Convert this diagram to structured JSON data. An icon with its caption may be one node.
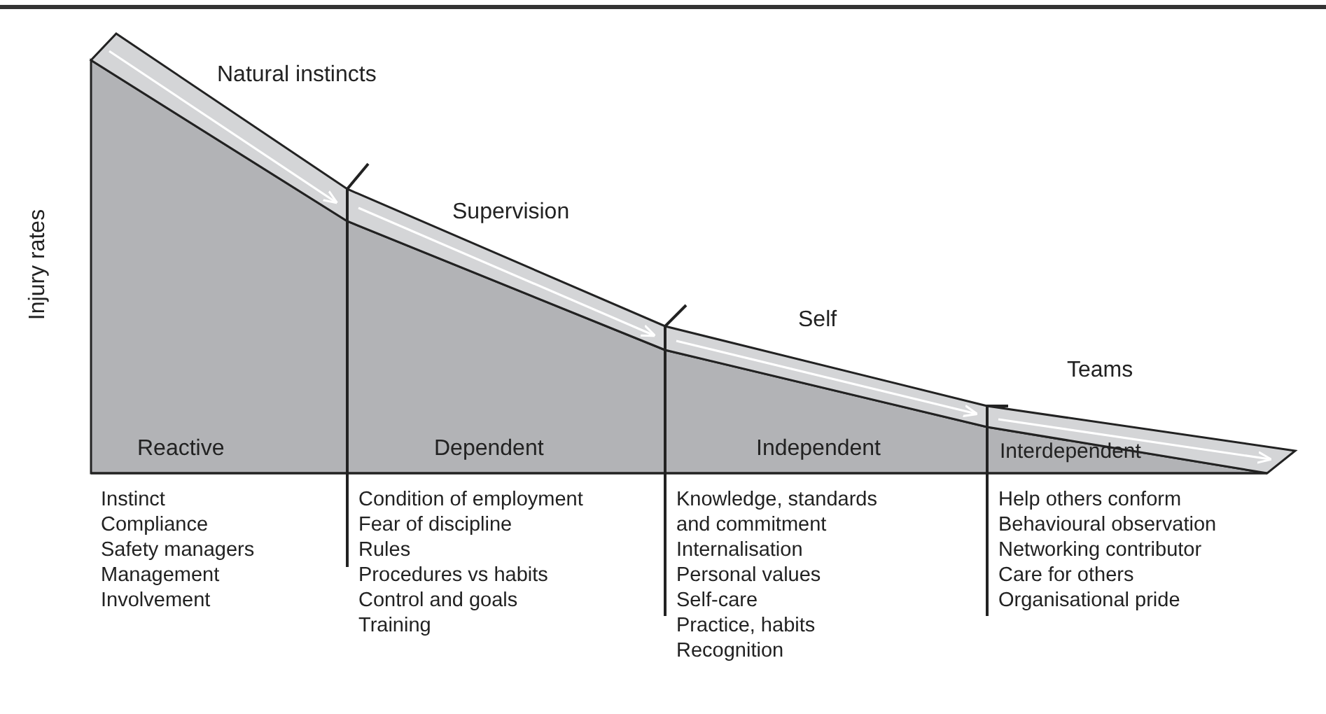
{
  "diagram": {
    "labels": [
      "Natural instincts",
      "Supervision",
      "Self",
      "Teams",
      "Injury rates",
      "Reactive",
      "Dependent",
      "Independent",
      "Interdependent",
      "Instinct",
      "Compliance",
      "Safety managers",
      "Management",
      "Involvement",
      "Condition of employment",
      "Fear of discipline",
      "Rules",
      "Procedures vs habits",
      "Control and goals",
      "Training",
      "Knowledge, standards and commitment",
      "Internalisation",
      "Personal values",
      "Self-care",
      "Practice, habits",
      "Recognition",
      "Help others conform",
      "Behavioural observation",
      "Networking contributor",
      "Care for others",
      "Organisational pride"
    ]
  }
}
